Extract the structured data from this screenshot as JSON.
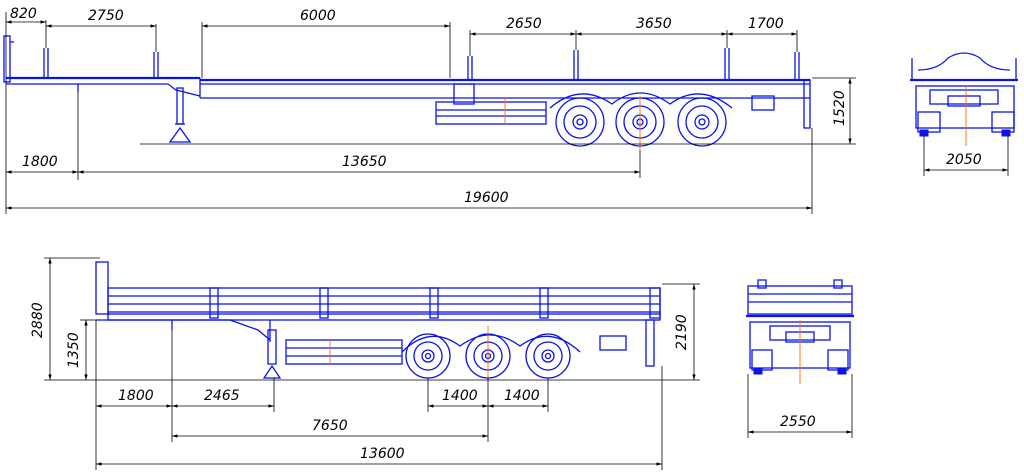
{
  "colors": {
    "ink": "#0a14e6",
    "dim": "#000000",
    "centerline": "#ff6a00"
  },
  "top_view": {
    "dims": {
      "d820": "820",
      "d2750": "2750",
      "d6000": "6000",
      "d2650": "2650",
      "d3650": "3650",
      "d1700": "1700",
      "d1800": "1800",
      "d13650": "13650",
      "d19600": "19600",
      "d1520": "1520"
    }
  },
  "top_rear": {
    "dims": {
      "d2050": "2050"
    }
  },
  "side_view": {
    "dims": {
      "d2880": "2880",
      "d1350": "1350",
      "d2190": "2190",
      "d1800": "1800",
      "d2465": "2465",
      "d1400a": "1400",
      "d1400b": "1400",
      "d7650": "7650",
      "d13600": "13600"
    }
  },
  "side_rear": {
    "dims": {
      "d2550": "2550"
    }
  }
}
